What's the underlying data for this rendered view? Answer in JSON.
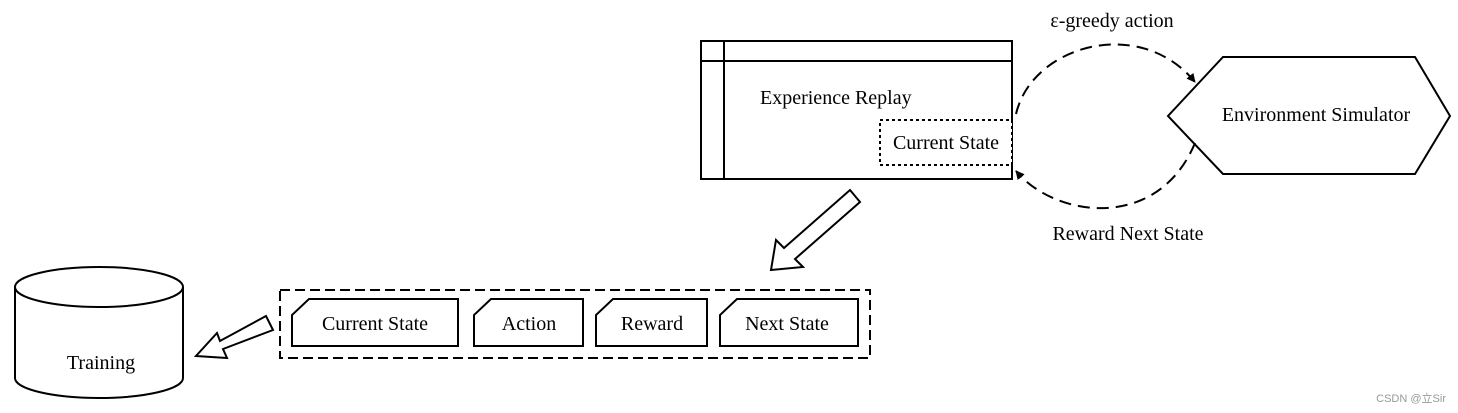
{
  "experience_replay": {
    "label": "Experience Replay",
    "current_state_label": "Current State"
  },
  "environment": {
    "label": "Environment Simulator"
  },
  "loop": {
    "action_label": "ε-greedy action",
    "feedback_label": "Reward Next State"
  },
  "sample_batch": {
    "items": [
      {
        "label": "Current State"
      },
      {
        "label": "Action"
      },
      {
        "label": "Reward"
      },
      {
        "label": "Next State"
      }
    ]
  },
  "training": {
    "label": "Training"
  },
  "watermark": "CSDN @立Sir"
}
